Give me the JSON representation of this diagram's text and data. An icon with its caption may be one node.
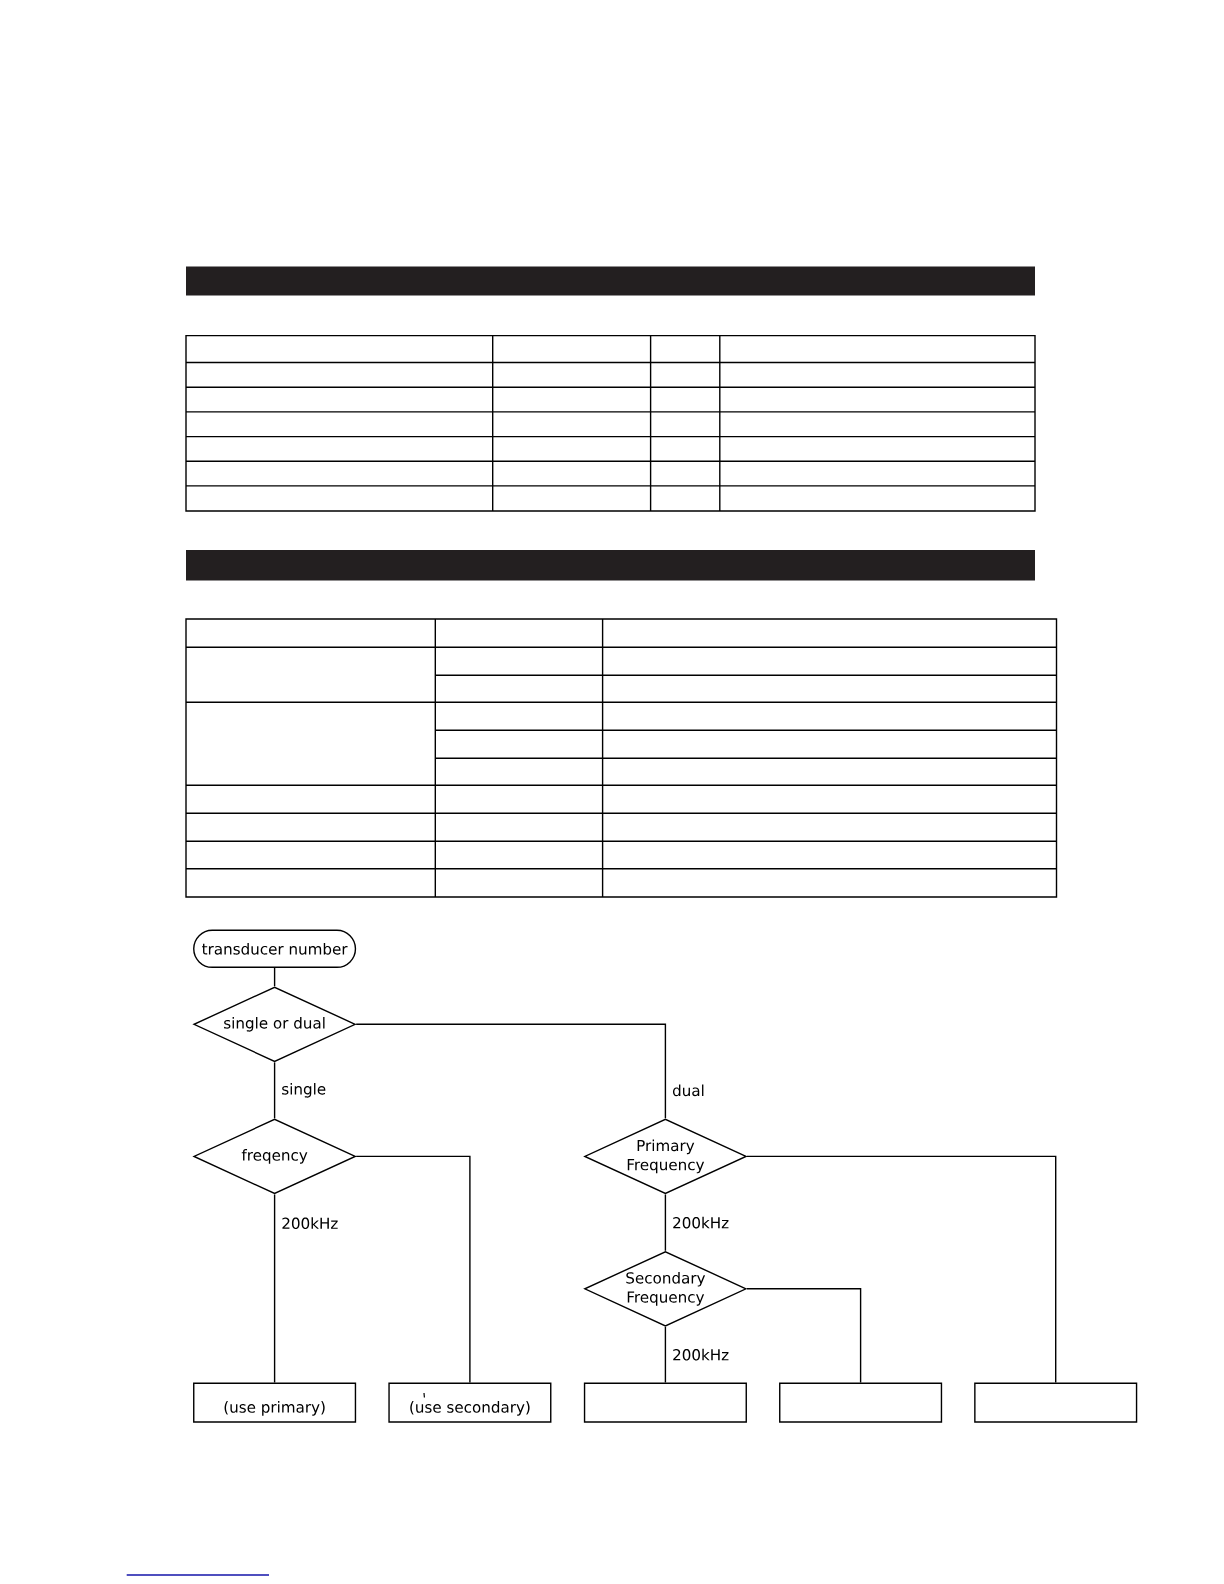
{
  "diagram": {
    "nodes": [
      {
        "text": [
          "transducer number"
        ]
      },
      {
        "text": [
          "single or dual"
        ]
      },
      {
        "text": [
          "freqency"
        ]
      },
      {
        "text": [
          "Primary Frequency"
        ]
      },
      {
        "text": [
          "Secondary Frequency"
        ]
      },
      {
        "text": [
          "(use primary)"
        ]
      },
      {
        "text": [
          "(use secondary)"
        ]
      },
      {
        "text": [],
        "shape": "box"
      },
      {
        "text": [],
        "shape": "box"
      },
      {
        "text": [],
        "shape": "box"
      }
    ],
    "edges": [
      {
        "from": 0,
        "to": 1,
        "arrow": "none"
      },
      {
        "from": 1,
        "to": 2,
        "arrow": "none",
        "label": "single"
      },
      {
        "from": 1,
        "to": 3,
        "arrow": "none",
        "label": "dual"
      },
      {
        "from": 2,
        "to": 5,
        "arrow": "none",
        "label": "200kHz"
      },
      {
        "from": 2,
        "to": 6,
        "arrow": "none"
      },
      {
        "from": 3,
        "to": 4,
        "arrow": "none",
        "label": "200kHz"
      },
      {
        "from": 3,
        "to": 9,
        "arrow": "none"
      },
      {
        "from": 4,
        "to": 7,
        "arrow": "none",
        "label": "200kHz"
      },
      {
        "from": 4,
        "to": 8,
        "arrow": "none"
      }
    ]
  }
}
